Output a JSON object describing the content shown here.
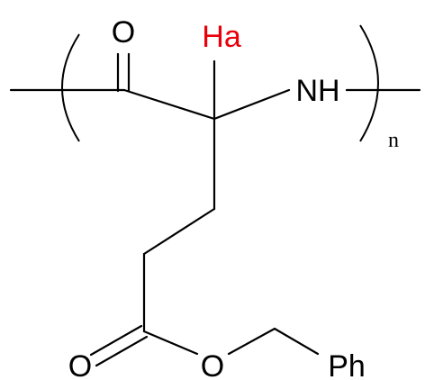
{
  "atoms": {
    "carbonyl_o": "O",
    "alpha_h": "Ha",
    "amine": "NH",
    "ester_carbonyl_o": "O",
    "ester_o": "O",
    "phenyl": "Ph"
  },
  "repeat_subscript": "n",
  "colors": {
    "bond": "#000000",
    "atom_label": "#000000",
    "highlight_h": "#e8000b"
  }
}
